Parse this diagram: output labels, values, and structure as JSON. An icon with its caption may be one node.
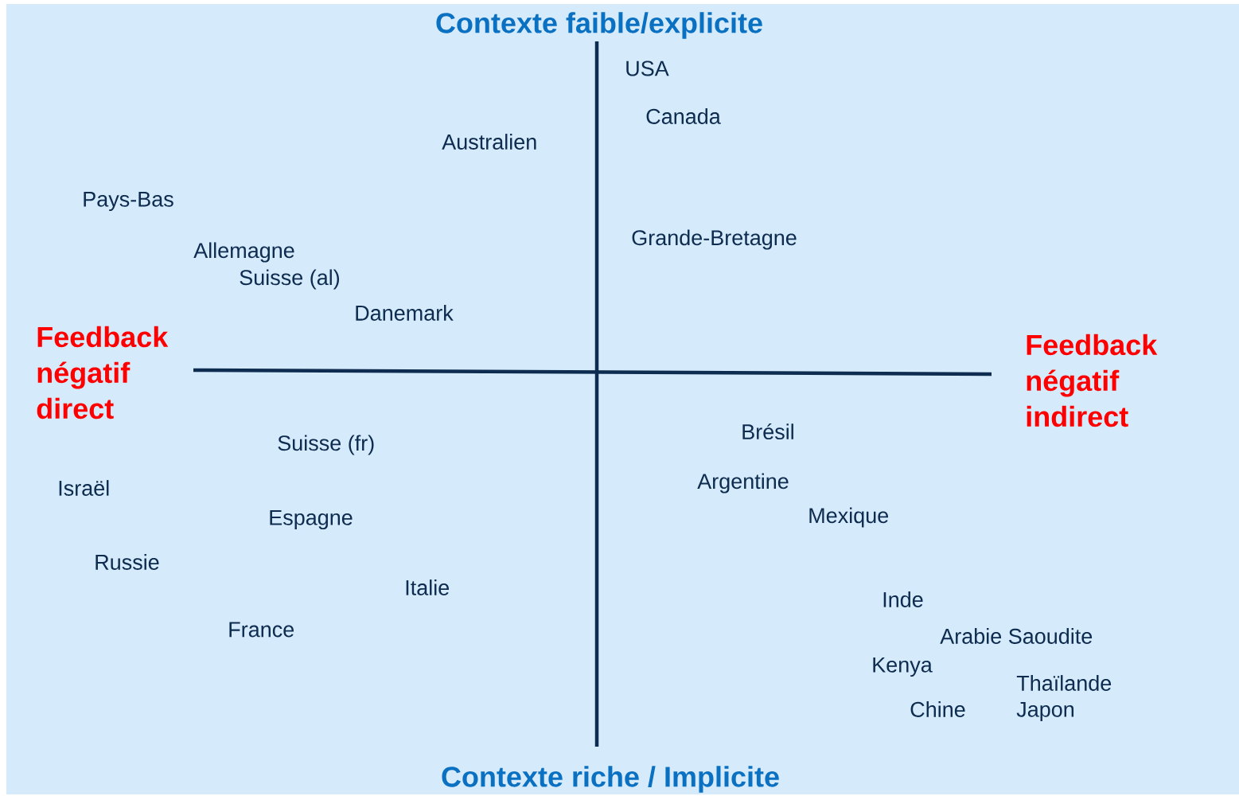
{
  "diagram": {
    "labels": [
      "Contexte faible/explicite",
      "USA",
      "Canada",
      "Australien",
      "Pays-Bas",
      "Grande-Bretagne",
      "Allemagne",
      "Suisse (al)",
      "Danemark",
      "Feedback négatif direct",
      "Feedback négatif indirect",
      "Brésil",
      "Suisse (fr)",
      "Argentine",
      "Israël",
      "Mexique",
      "Espagne",
      "Russie",
      "Italie",
      "Inde",
      "France",
      "Arabie Saoudite",
      "Kenya",
      "Thaïlande",
      "Chine",
      "Japon",
      "Contexte riche / Implicite"
    ]
  }
}
